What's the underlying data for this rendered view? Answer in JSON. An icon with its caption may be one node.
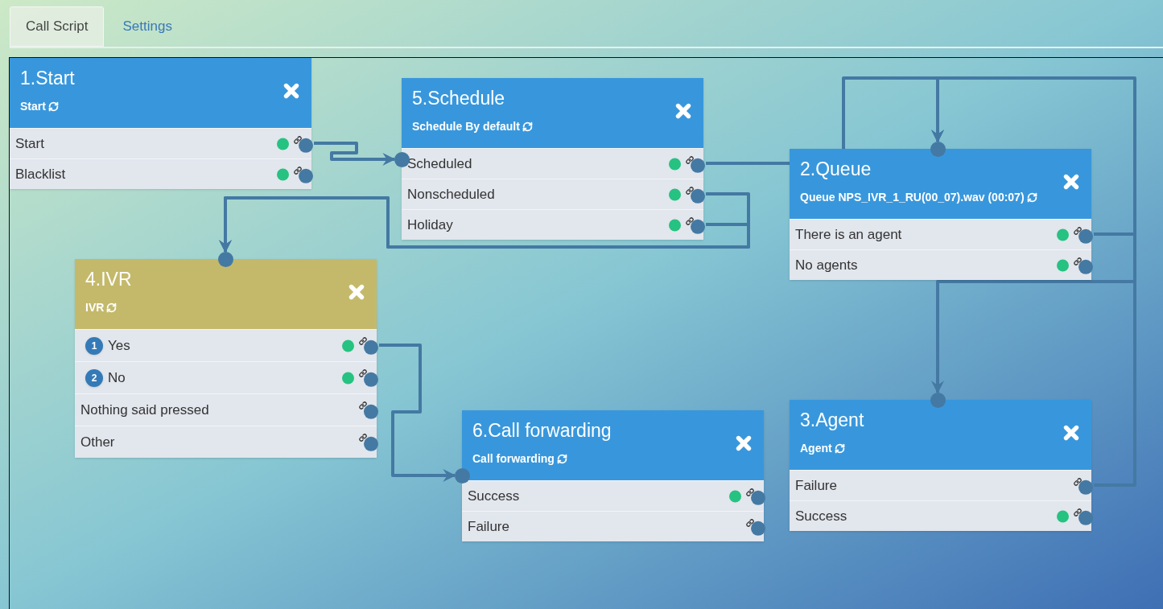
{
  "diagram": {
    "nodes": [
      {
        "text": [
          "1.Start",
          "Start"
        ]
      },
      {
        "text": [
          "Start"
        ],
        "in": 0
      },
      {
        "text": [
          "Blacklist"
        ],
        "in": 0
      },
      {
        "text": [
          "5.Schedule",
          "Schedule By default"
        ]
      },
      {
        "text": [
          "Scheduled"
        ],
        "in": 3
      },
      {
        "text": [
          "Nonscheduled"
        ],
        "in": 3
      },
      {
        "text": [
          "Holiday"
        ],
        "in": 3
      },
      {
        "text": [
          "2.Queue",
          "Queue NPS_IVR_1_RU(00_07).wav (00:07)"
        ]
      },
      {
        "text": [
          "There is an agent"
        ],
        "in": 7
      },
      {
        "text": [
          "No agents"
        ],
        "in": 7
      },
      {
        "text": [
          "4.IVR",
          "IVR"
        ]
      },
      {
        "text": [
          "1",
          "Yes"
        ],
        "in": 10
      },
      {
        "text": [
          "2",
          "No"
        ],
        "in": 10
      },
      {
        "text": [
          "Nothing said pressed"
        ],
        "in": 10
      },
      {
        "text": [
          "Other"
        ],
        "in": 10
      },
      {
        "text": [
          "6.Call forwarding",
          "Call forwarding"
        ]
      },
      {
        "text": [
          "Success"
        ],
        "in": 15
      },
      {
        "text": [
          "Failure"
        ],
        "in": 15
      },
      {
        "text": [
          "3.Agent",
          "Agent"
        ]
      },
      {
        "text": [
          "Failure"
        ],
        "in": 18
      },
      {
        "text": [
          "Success"
        ],
        "in": 18
      }
    ],
    "edges": [
      {
        "from": 1,
        "to": 3,
        "arrow": "to"
      },
      {
        "from": 4,
        "to": 7,
        "arrow": "to"
      },
      {
        "from": 5,
        "to": 10,
        "arrow": "to"
      },
      {
        "from": 6,
        "to": 10,
        "arrow": "to"
      },
      {
        "from": 11,
        "to": 15,
        "arrow": "to"
      },
      {
        "from": 8,
        "to": 18,
        "arrow": "to"
      },
      {
        "from": 19,
        "to": 7,
        "arrow": "to"
      }
    ],
    "labels": [
      "Call Script",
      "Settings"
    ]
  }
}
